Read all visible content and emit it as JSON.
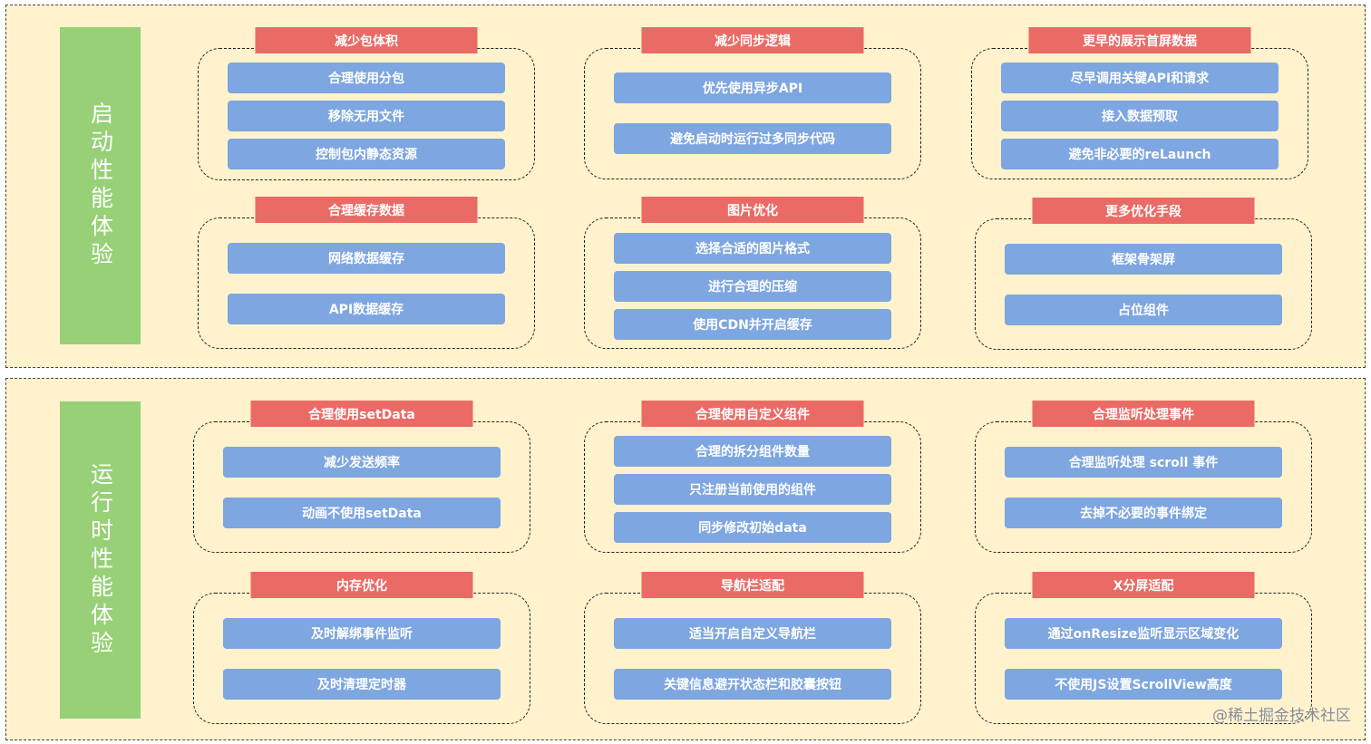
{
  "sections": [
    {
      "title": "启动性能体验",
      "groups": [
        {
          "title": "减少包体积",
          "items": [
            "合理使用分包",
            "移除无用文件",
            "控制包内静态资源"
          ]
        },
        {
          "title": "减少同步逻辑",
          "items": [
            "优先使用异步API",
            "避免启动时运行过多同步代码"
          ]
        },
        {
          "title": "更早的展示首屏数据",
          "items": [
            "尽早调用关键API和请求",
            "接入数据预取",
            "避免非必要的reLaunch"
          ]
        },
        {
          "title": "合理缓存数据",
          "items": [
            "网络数据缓存",
            "API数据缓存"
          ]
        },
        {
          "title": "图片优化",
          "items": [
            "选择合适的图片格式",
            "进行合理的压缩",
            "使用CDN并开启缓存"
          ]
        },
        {
          "title": "更多优化手段",
          "items": [
            "框架骨架屏",
            "占位组件"
          ]
        }
      ]
    },
    {
      "title": "运行时性能体验",
      "groups": [
        {
          "title": "合理使用setData",
          "items": [
            "减少发送频率",
            "动画不使用setData"
          ]
        },
        {
          "title": "合理使用自定义组件",
          "items": [
            "合理的拆分组件数量",
            "只注册当前使用的组件",
            "同步修改初始data"
          ]
        },
        {
          "title": "合理监听处理事件",
          "items": [
            "合理监听处理 scroll 事件",
            "去掉不必要的事件绑定"
          ]
        },
        {
          "title": "内存优化",
          "items": [
            "及时解绑事件监听",
            "及时清理定时器"
          ]
        },
        {
          "title": "导航栏适配",
          "items": [
            "适当开启自定义导航栏",
            "关键信息避开状态栏和胶囊按钮"
          ]
        },
        {
          "title": "X分屏适配",
          "items": [
            "通过onResize监听显示区域变化",
            "不使用JS设置ScrollView高度"
          ]
        }
      ]
    }
  ],
  "watermark": "@稀土掘金技术社区",
  "colors": {
    "section_bg": "#fff2cc",
    "side_title_bg": "#97d077",
    "group_title_bg": "#ea6b66",
    "item_bg": "#7ea6e0"
  }
}
